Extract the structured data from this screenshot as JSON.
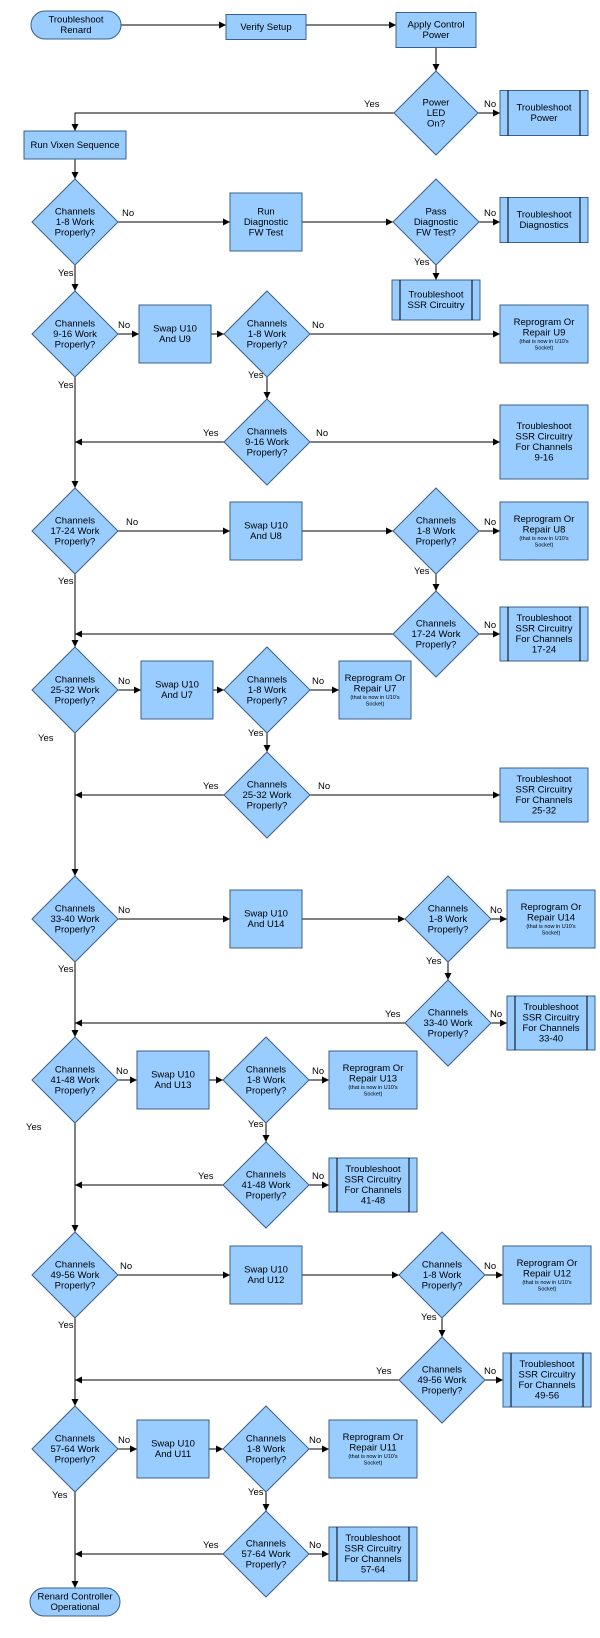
{
  "nodes": {
    "start": {
      "lines": [
        "Troubleshoot",
        "Renard"
      ]
    },
    "verify_setup": {
      "lines": [
        "Verify Setup"
      ]
    },
    "apply_power": {
      "lines": [
        "Apply Control",
        "Power"
      ]
    },
    "power_led": {
      "lines": [
        "Power",
        "LED",
        "On?"
      ]
    },
    "troubleshoot_power": {
      "lines": [
        "Troubleshoot",
        "Power"
      ]
    },
    "run_vixen": {
      "lines": [
        "Run Vixen Sequence"
      ]
    },
    "ch1_8": {
      "lines": [
        "Channels",
        "1-8 Work",
        "Properly?"
      ]
    },
    "run_diag": {
      "lines": [
        "Run",
        "Diagnostic",
        "FW Test"
      ]
    },
    "pass_diag": {
      "lines": [
        "Pass",
        "Diagnostic",
        "FW Test?"
      ]
    },
    "troubleshoot_diag": {
      "lines": [
        "Troubleshoot",
        "Diagnostics"
      ]
    },
    "troubleshoot_ssr": {
      "lines": [
        "Troubleshoot",
        "SSR Circuitry"
      ]
    },
    "ch9_16": {
      "lines": [
        "Channels",
        "9-16 Work",
        "Properly?"
      ]
    },
    "swap_u9": {
      "lines": [
        "Swap U10",
        "And U9"
      ]
    },
    "ch1_8_u9": {
      "lines": [
        "Channels",
        "1-8 Work",
        "Properly?"
      ]
    },
    "reprog_u9": {
      "lines": [
        "Reprogram Or",
        "Repair U9"
      ],
      "note": [
        "(that is now in U10's",
        "Socket)"
      ]
    },
    "ch9_16_b": {
      "lines": [
        "Channels",
        "9-16 Work",
        "Properly?"
      ]
    },
    "ssr_9_16": {
      "lines": [
        "Troubleshoot",
        "SSR Circuitry",
        "For Channels",
        "9-16"
      ]
    },
    "ch17_24": {
      "lines": [
        "Channels",
        "17-24 Work",
        "Properly?"
      ]
    },
    "swap_u8": {
      "lines": [
        "Swap U10",
        "And U8"
      ]
    },
    "ch1_8_u8": {
      "lines": [
        "Channels",
        "1-8 Work",
        "Properly?"
      ]
    },
    "reprog_u8": {
      "lines": [
        "Reprogram Or",
        "Repair U8"
      ],
      "note": [
        "(that is now in U10's",
        "Socket)"
      ]
    },
    "ch17_24_b": {
      "lines": [
        "Channels",
        "17-24 Work",
        "Properly?"
      ]
    },
    "ssr_17_24": {
      "lines": [
        "Troubleshoot",
        "SSR Circuitry",
        "For Channels",
        "17-24"
      ]
    },
    "ch25_32": {
      "lines": [
        "Channels",
        "25-32 Work",
        "Properly?"
      ]
    },
    "swap_u7": {
      "lines": [
        "Swap U10",
        "And U7"
      ]
    },
    "ch1_8_u7": {
      "lines": [
        "Channels",
        "1-8 Work",
        "Properly?"
      ]
    },
    "reprog_u7": {
      "lines": [
        "Reprogram Or",
        "Repair U7"
      ],
      "note": [
        "(that is now in U10's",
        "Socket)"
      ]
    },
    "ch25_32_b": {
      "lines": [
        "Channels",
        "25-32 Work",
        "Properly?"
      ]
    },
    "ssr_25_32": {
      "lines": [
        "Troubleshoot",
        "SSR Circuitry",
        "For Channels",
        "25-32"
      ]
    },
    "ch33_40": {
      "lines": [
        "Channels",
        "33-40 Work",
        "Properly?"
      ]
    },
    "swap_u14": {
      "lines": [
        "Swap U10",
        "And U14"
      ]
    },
    "ch1_8_u14": {
      "lines": [
        "Channels",
        "1-8 Work",
        "Properly?"
      ]
    },
    "reprog_u14": {
      "lines": [
        "Reprogram Or",
        "Repair U14"
      ],
      "note": [
        "(that is now in U10's",
        "Socket)"
      ]
    },
    "ch33_40_b": {
      "lines": [
        "Channels",
        "33-40 Work",
        "Properly?"
      ]
    },
    "ssr_33_40": {
      "lines": [
        "Troubleshoot",
        "SSR Circuitry",
        "For Channels",
        "33-40"
      ]
    },
    "ch41_48": {
      "lines": [
        "Channels",
        "41-48 Work",
        "Properly?"
      ]
    },
    "swap_u13": {
      "lines": [
        "Swap U10",
        "And U13"
      ]
    },
    "ch1_8_u13": {
      "lines": [
        "Channels",
        "1-8 Work",
        "Properly?"
      ]
    },
    "reprog_u13": {
      "lines": [
        "Reprogram Or",
        "Repair U13"
      ],
      "note": [
        "(that is now in U10's",
        "Socket)"
      ]
    },
    "ch41_48_b": {
      "lines": [
        "Channels",
        "41-48 Work",
        "Properly?"
      ]
    },
    "ssr_41_48": {
      "lines": [
        "Troubleshoot",
        "SSR Circuitry",
        "For Channels",
        "41-48"
      ]
    },
    "ch49_56": {
      "lines": [
        "Channels",
        "49-56 Work",
        "Properly?"
      ]
    },
    "swap_u12": {
      "lines": [
        "Swap U10",
        "And U12"
      ]
    },
    "ch1_8_u12": {
      "lines": [
        "Channels",
        "1-8 Work",
        "Properly?"
      ]
    },
    "reprog_u12": {
      "lines": [
        "Reprogram Or",
        "Repair U12"
      ],
      "note": [
        "(that is now in U10's",
        "Socket)"
      ]
    },
    "ch49_56_b": {
      "lines": [
        "Channels",
        "49-56 Work",
        "Properly?"
      ]
    },
    "ssr_49_56": {
      "lines": [
        "Troubleshoot",
        "SSR Circuitry",
        "For Channels",
        "49-56"
      ]
    },
    "ch57_64": {
      "lines": [
        "Channels",
        "57-64 Work",
        "Properly?"
      ]
    },
    "swap_u11": {
      "lines": [
        "Swap U10",
        "And U11"
      ]
    },
    "ch1_8_u11": {
      "lines": [
        "Channels",
        "1-8 Work",
        "Properly?"
      ]
    },
    "reprog_u11": {
      "lines": [
        "Reprogram Or",
        "Repair U11"
      ],
      "note": [
        "(that is now in U10's",
        "Socket)"
      ]
    },
    "ch57_64_b": {
      "lines": [
        "Channels",
        "57-64 Work",
        "Properly?"
      ]
    },
    "ssr_57_64": {
      "lines": [
        "Troubleshoot",
        "SSR Circuitry",
        "For Channels",
        "57-64"
      ]
    },
    "end": {
      "lines": [
        "Renard Controller",
        "Operational"
      ]
    }
  },
  "edge_labels": {
    "yes": "Yes",
    "no": "No"
  },
  "colors": {
    "fill": "#99ccff",
    "stroke": "#3b5f86"
  }
}
